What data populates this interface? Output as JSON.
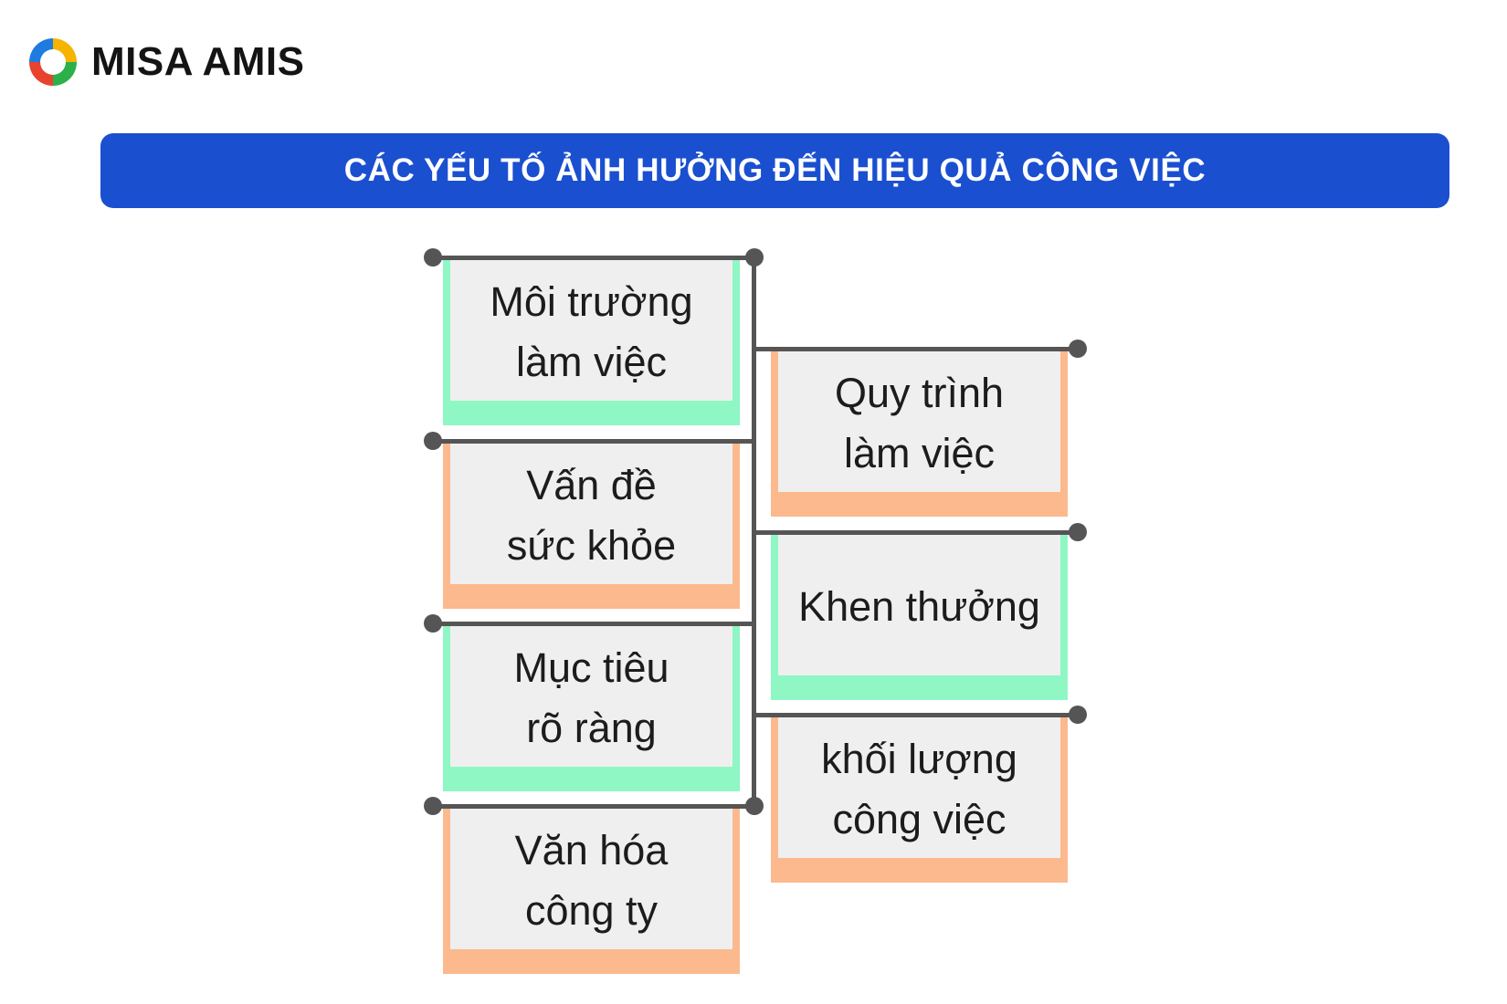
{
  "logo": {
    "text": "MISA AMIS",
    "icon": "misa-amis-logo-icon"
  },
  "banner": {
    "title": "CÁC YẾU TỐ ẢNH HƯỞNG ĐẾN HIỆU QUẢ CÔNG VIỆC",
    "color": "#1a4fd0"
  },
  "colors": {
    "green_accent": "#8ff7c4",
    "orange_accent": "#fbb98d",
    "card_background": "#efefef",
    "connector": "#555555"
  },
  "left_factors": [
    {
      "label": "Môi trường\nlàm việc",
      "accent": "green"
    },
    {
      "label": "Vấn đề\nsức khỏe",
      "accent": "orange"
    },
    {
      "label": "Mục tiêu\nrõ ràng",
      "accent": "green"
    },
    {
      "label": "Văn hóa\ncông ty",
      "accent": "orange"
    }
  ],
  "right_factors": [
    {
      "label": "Quy trình\nlàm việc",
      "accent": "orange"
    },
    {
      "label": "Khen thưởng",
      "accent": "green"
    },
    {
      "label": "khối lượng\ncông việc",
      "accent": "orange"
    }
  ]
}
